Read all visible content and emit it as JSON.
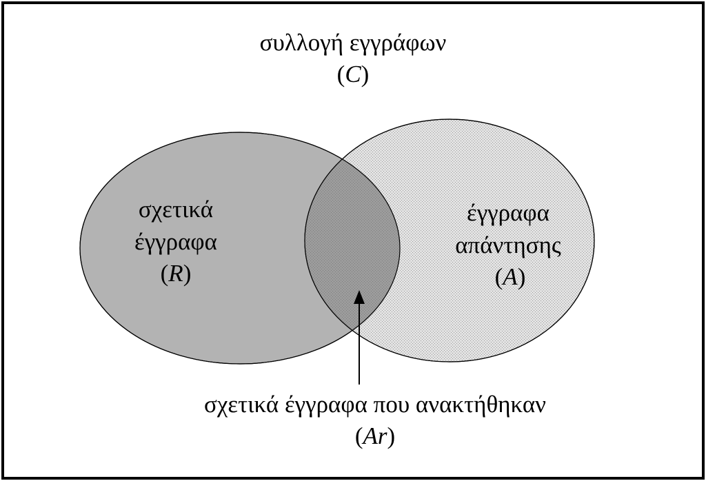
{
  "collection": {
    "label": "συλλογή εγγράφων",
    "symbol": "C"
  },
  "relevant": {
    "line1": "σχετικά",
    "line2": "έγγραφα",
    "symbol": "R"
  },
  "answer": {
    "line1": "έγγραφα",
    "line2": "απάντησης",
    "symbol": "A"
  },
  "intersection": {
    "label": "σχετικά έγγραφα που ανακτήθηκαν",
    "symbol": "Ar"
  },
  "colors": {
    "border": "#000000",
    "relevant_fill": "#b3b3b3",
    "answer_fill": "#e2e2e2",
    "answer_dots": "#9a9a9a",
    "overlap_fill": "#999999"
  }
}
